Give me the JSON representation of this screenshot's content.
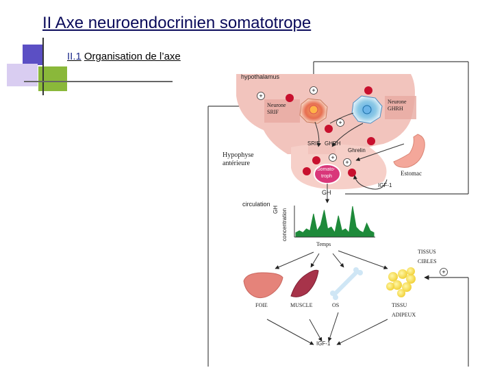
{
  "slide": {
    "title": "II Axe neuroendocrinien somatotrope",
    "subtitle_number": "II.1",
    "subtitle_text": "Organisation de l’axe"
  },
  "diagram": {
    "hypothalamus": "hypothalamus",
    "neurone_srif_line1": "Neurone",
    "neurone_srif_line2": "SRIF",
    "neurone_ghrh_line1": "Neurone",
    "neurone_ghrh_line2": "GHRH",
    "srif": "SRIF",
    "ghrh": "GHRH",
    "ghrelin": "Ghrelin",
    "hypophyse_line1": "Hypophyse",
    "hypophyse_line2": "antérieure",
    "somatotroph_line1": "Somato-",
    "somatotroph_line2": "troph",
    "estomac": "Estomac",
    "igf1_loop": "IGF-1",
    "gh": "GH",
    "circulation": "circulation",
    "gh_axis": "GH",
    "concentration_axis": "concentration",
    "temps": "Temps",
    "tissus_line1": "TISSUS",
    "tissus_line2": "CIBLES",
    "foie": "FOIE",
    "muscle": "MUSCLE",
    "os": "OS",
    "tissu_line1": "TISSU",
    "tissu_line2": "ADIPEUX",
    "igf1_bottom": "IGF-1",
    "plus": "+"
  },
  "colors": {
    "title": "#0a0a5a",
    "subtitle_number": "#1f2d8c",
    "brain_pink": "#f2c4bd",
    "pituitary_pink": "#f6cfc8",
    "red_dot": "#c8102e",
    "gh_curve": "#1e8a3a",
    "deco_purple": "#5b4fc4",
    "deco_lilac": "#c9b8ea",
    "deco_green": "#8ab83a"
  },
  "gh_profile": [
    2,
    3,
    2,
    4,
    3,
    12,
    3,
    6,
    14,
    4,
    5,
    2,
    11,
    3,
    4,
    2,
    16,
    5,
    3,
    2,
    7,
    3,
    2
  ]
}
